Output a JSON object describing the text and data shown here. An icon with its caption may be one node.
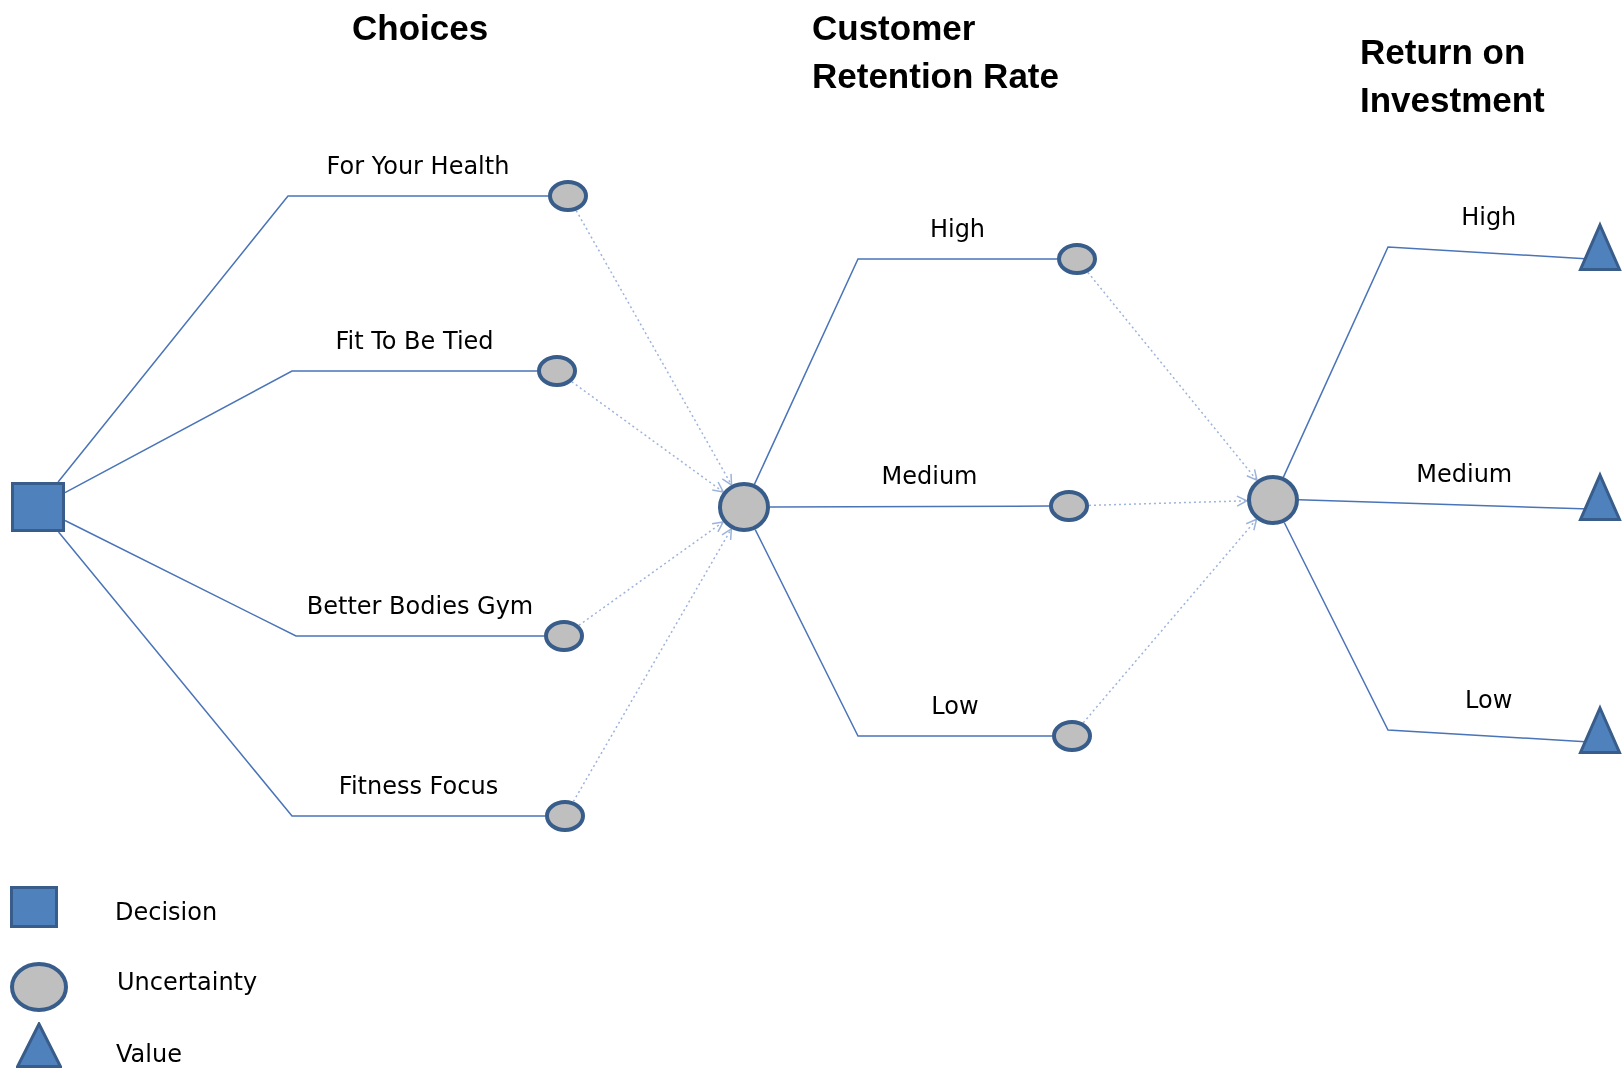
{
  "diagram": {
    "nodes": [
      {
        "text": [],
        "shape": "box"
      },
      {
        "text": [],
        "shape": "circle"
      },
      {
        "text": [],
        "shape": "circle"
      },
      {
        "text": [],
        "shape": "circle"
      },
      {
        "text": [],
        "shape": "circle"
      },
      {
        "text": [],
        "shape": "circle"
      },
      {
        "text": [],
        "shape": "circle"
      },
      {
        "text": [],
        "shape": "circle"
      },
      {
        "text": [],
        "shape": "circle"
      },
      {
        "text": [],
        "shape": "circle"
      },
      {
        "text": [],
        "shape": "triangle"
      },
      {
        "text": [],
        "shape": "triangle"
      },
      {
        "text": [],
        "shape": "triangle"
      }
    ],
    "edges": [
      {
        "from": 0,
        "to": 1,
        "arrow": "none",
        "label": "For Your Health"
      },
      {
        "from": 0,
        "to": 2,
        "arrow": "none",
        "label": "Fit To Be Tied"
      },
      {
        "from": 0,
        "to": 3,
        "arrow": "none",
        "label": "Better Bodies Gym"
      },
      {
        "from": 0,
        "to": 4,
        "arrow": "none",
        "label": "Fitness Focus"
      },
      {
        "from": 1,
        "to": 5,
        "arrow": "to",
        "style": "dashed",
        "color": "#9db3db"
      },
      {
        "from": 2,
        "to": 5,
        "arrow": "to",
        "style": "dashed",
        "color": "#9db3db"
      },
      {
        "from": 3,
        "to": 5,
        "arrow": "to",
        "style": "dashed",
        "color": "#9db3db"
      },
      {
        "from": 4,
        "to": 5,
        "arrow": "to",
        "style": "dashed",
        "color": "#9db3db"
      },
      {
        "from": 5,
        "to": 6,
        "arrow": "none",
        "label": "High"
      },
      {
        "from": 5,
        "to": 7,
        "arrow": "none",
        "label": "Medium"
      },
      {
        "from": 5,
        "to": 8,
        "arrow": "none",
        "label": "Low"
      },
      {
        "from": 6,
        "to": 9,
        "arrow": "to",
        "style": "dashed",
        "color": "#9db3db"
      },
      {
        "from": 7,
        "to": 9,
        "arrow": "to",
        "style": "dashed",
        "color": "#9db3db"
      },
      {
        "from": 8,
        "to": 9,
        "arrow": "to",
        "style": "dashed",
        "color": "#9db3db"
      },
      {
        "from": 9,
        "to": 10,
        "arrow": "none",
        "label": "High"
      },
      {
        "from": 9,
        "to": 11,
        "arrow": "none",
        "label": "Medium"
      },
      {
        "from": 9,
        "to": 12,
        "arrow": "none",
        "label": "Low"
      }
    ],
    "labels": [
      "Choices",
      "Customer Retention Rate",
      "Return on Investment"
    ],
    "legend": [
      {
        "text": "Decision"
      },
      {
        "text": "Uncertainty"
      },
      {
        "text": "Value"
      }
    ]
  }
}
